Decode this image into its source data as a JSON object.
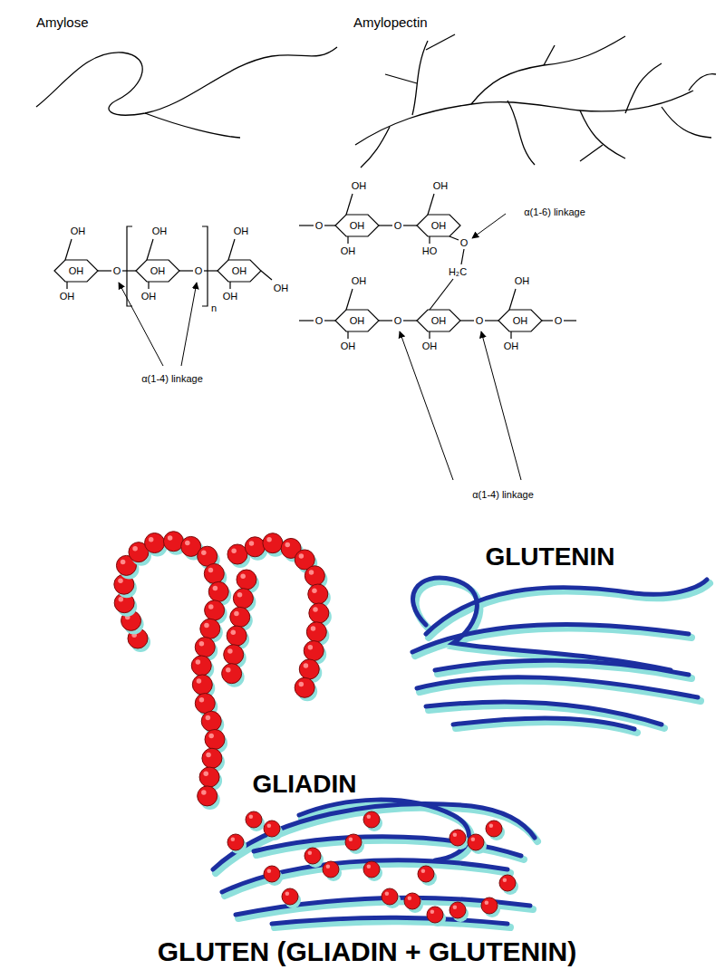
{
  "diagram": {
    "labels": [
      "Amylose",
      "Amylopectin",
      "OH",
      "OH",
      "OH",
      "OH",
      "OH",
      "OH",
      "O",
      "O",
      "n",
      "OH",
      "OH",
      "OH",
      "OH",
      "α(1-4) linkage",
      "OH",
      "OH",
      "OH",
      "O",
      "OH",
      "OH",
      "HO",
      "O",
      "α(1-6) linkage",
      "H₂C",
      "O",
      "O",
      "OH",
      "OH",
      "OH",
      "O",
      "OH",
      "OH",
      "O",
      "OH",
      "OH",
      "OH",
      "O",
      "α(1-4) linkage",
      "GLIADIN",
      "GLUTENIN",
      "GLUTEN (GLIADIN + GLUTENIN)"
    ]
  }
}
